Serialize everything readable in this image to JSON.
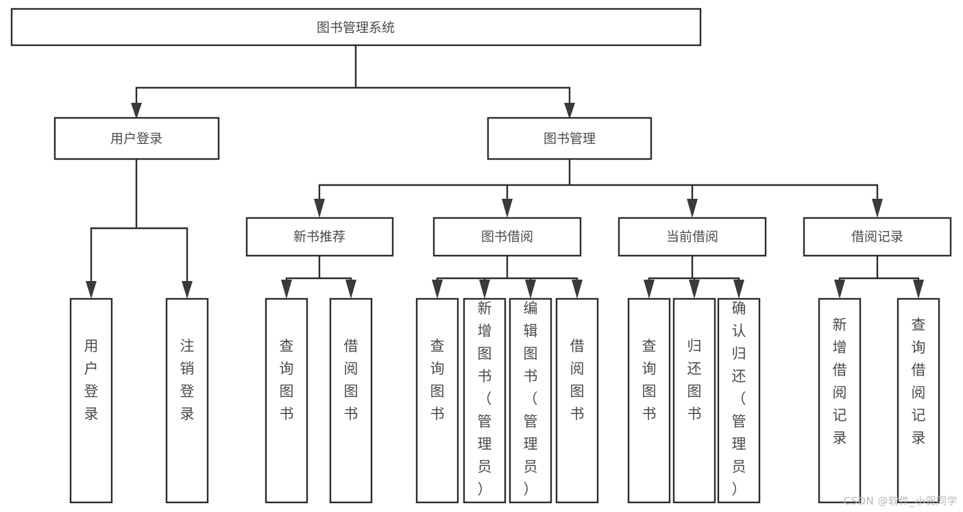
{
  "diagram": {
    "title": "图书管理系统",
    "type": "tree-hierarchy",
    "watermark": "CSDN @软件_小贺同学",
    "colors": {
      "background": "#ffffff",
      "box_stroke": "#2b2b2b",
      "box_fill": "#ffffff",
      "text": "#4a4a4a",
      "arrow": "#3a3a3a",
      "watermark": "#b9b9b9"
    },
    "levels": {
      "root": {
        "label": "图书管理系统"
      },
      "level2": [
        {
          "id": "user-login",
          "label": "用户登录"
        },
        {
          "id": "book-manage",
          "label": "图书管理"
        }
      ],
      "level3": [
        {
          "id": "new-book-rec",
          "label": "新书推荐",
          "parent": "book-manage"
        },
        {
          "id": "book-borrow",
          "label": "图书借阅",
          "parent": "book-manage"
        },
        {
          "id": "current-borrow",
          "label": "当前借阅",
          "parent": "book-manage"
        },
        {
          "id": "borrow-record",
          "label": "借阅记录",
          "parent": "book-manage"
        }
      ],
      "leaves": [
        {
          "id": "leaf-user-login",
          "label": "用户登录",
          "parent": "user-login"
        },
        {
          "id": "leaf-user-logout",
          "label": "注销登录",
          "parent": "user-login"
        },
        {
          "id": "leaf-query-book-1",
          "label": "查询图书",
          "parent": "new-book-rec"
        },
        {
          "id": "leaf-borrow-book-1",
          "label": "借阅图书",
          "parent": "new-book-rec"
        },
        {
          "id": "leaf-query-book-2",
          "label": "查询图书",
          "parent": "book-borrow"
        },
        {
          "id": "leaf-add-book",
          "label": "新增图书（管理员）",
          "parent": "book-borrow"
        },
        {
          "id": "leaf-edit-book",
          "label": "编辑图书（管理员）",
          "parent": "book-borrow"
        },
        {
          "id": "leaf-borrow-book-2",
          "label": "借阅图书",
          "parent": "book-borrow"
        },
        {
          "id": "leaf-query-book-3",
          "label": "查询图书",
          "parent": "current-borrow"
        },
        {
          "id": "leaf-return-book",
          "label": "归还图书",
          "parent": "current-borrow"
        },
        {
          "id": "leaf-confirm-return",
          "label": "确认归还（管理员）",
          "parent": "current-borrow"
        },
        {
          "id": "leaf-add-record",
          "label": "新增借阅记录",
          "parent": "borrow-record"
        },
        {
          "id": "leaf-query-record",
          "label": "查询借阅记录",
          "parent": "borrow-record"
        }
      ]
    }
  }
}
